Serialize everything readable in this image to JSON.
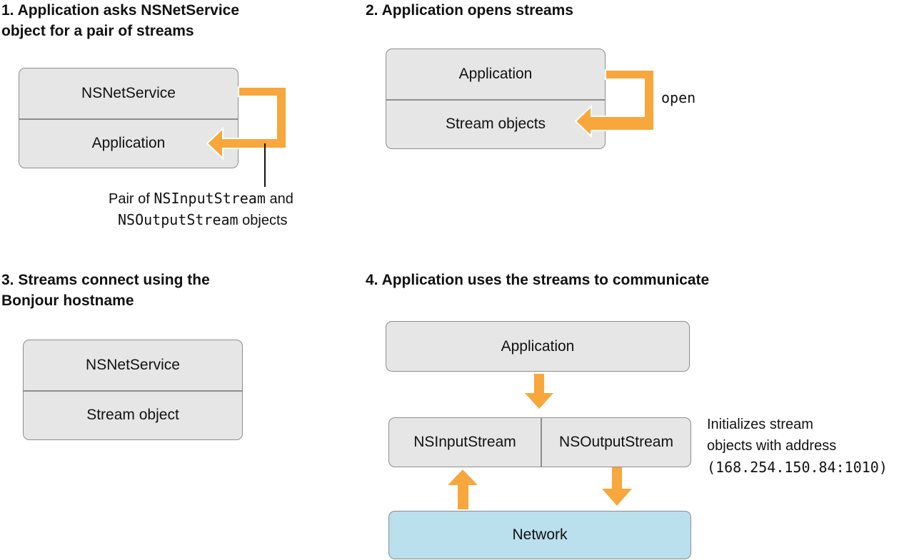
{
  "step1": {
    "heading_line1": "1. Application asks NSNetService",
    "heading_line2": "object for a pair of streams",
    "box_top": "NSNetService",
    "box_bottom": "Application",
    "callout_prefix": "Pair of ",
    "callout_code1": "NSInputStream",
    "callout_and": " and",
    "callout_code2": "NSOutputStream",
    "callout_suffix": " objects"
  },
  "step2": {
    "heading": "2. Application opens streams",
    "box_top": "Application",
    "box_bottom": "Stream objects",
    "arrow_label": "open"
  },
  "step3": {
    "heading_line1": "3. Streams connect using the",
    "heading_line2": "Bonjour hostname",
    "box_top": "NSNetService",
    "box_bottom": "Stream object"
  },
  "step4": {
    "heading": "4. Application uses the streams to communicate",
    "app_box": "Application",
    "input_stream": "NSInputStream",
    "output_stream": "NSOutputStream",
    "network_box": "Network",
    "note_line1": "Initializes stream",
    "note_line2": "objects with address",
    "note_line3": "(168.254.150.84:1010)"
  },
  "colors": {
    "arrow": "#f7a73c",
    "box_fill": "#e6e6e6",
    "network_fill": "#badfed",
    "box_border": "#8e8e8e"
  }
}
